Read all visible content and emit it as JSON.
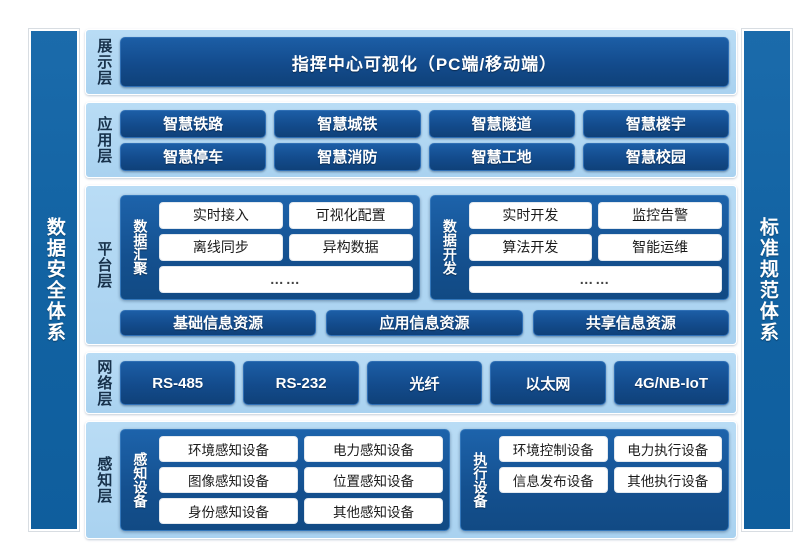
{
  "pillars": {
    "left": "数据安全体系",
    "right": "标准规范体系"
  },
  "layers": {
    "display": {
      "label": "展示层",
      "items": [
        "指挥中心可视化（PC端/移动端）"
      ]
    },
    "application": {
      "label": "应用层",
      "row1": [
        "智慧铁路",
        "智慧城铁",
        "智慧隧道",
        "智慧楼宇"
      ],
      "row2": [
        "智慧停车",
        "智慧消防",
        "智慧工地",
        "智慧校园"
      ]
    },
    "platform": {
      "label": "平台层",
      "groups": [
        {
          "label": "数据汇聚",
          "row1": [
            "实时接入",
            "可视化配置"
          ],
          "row2": [
            "离线同步",
            "异构数据"
          ],
          "row3": "……"
        },
        {
          "label": "数据开发",
          "row1": [
            "实时开发",
            "监控告警"
          ],
          "row2": [
            "算法开发",
            "智能运维"
          ],
          "row3": "……"
        }
      ],
      "resources": [
        "基础信息资源",
        "应用信息资源",
        "共享信息资源"
      ]
    },
    "network": {
      "label": "网络层",
      "items": [
        "RS-485",
        "RS-232",
        "光纤",
        "以太网",
        "4G/NB-IoT"
      ]
    },
    "perception": {
      "label": "感知层",
      "groups": [
        {
          "label": "感知设备",
          "row1": [
            "环境感知设备",
            "电力感知设备"
          ],
          "row2": [
            "图像感知设备",
            "位置感知设备"
          ],
          "row3": [
            "身份感知设备",
            "其他感知设备"
          ]
        },
        {
          "label": "执行设备",
          "row1": [
            "环境控制设备",
            "电力执行设备"
          ],
          "row2": [
            "信息发布设备",
            "其他执行设备"
          ]
        }
      ]
    }
  },
  "colors": {
    "pillar": "#1263a3",
    "chip": "#134b8c",
    "layer_bg": "#b0d6f2",
    "box": "#ffffff",
    "page_bg": "#ffffff",
    "canvas_bg": "#4e6b4a"
  }
}
